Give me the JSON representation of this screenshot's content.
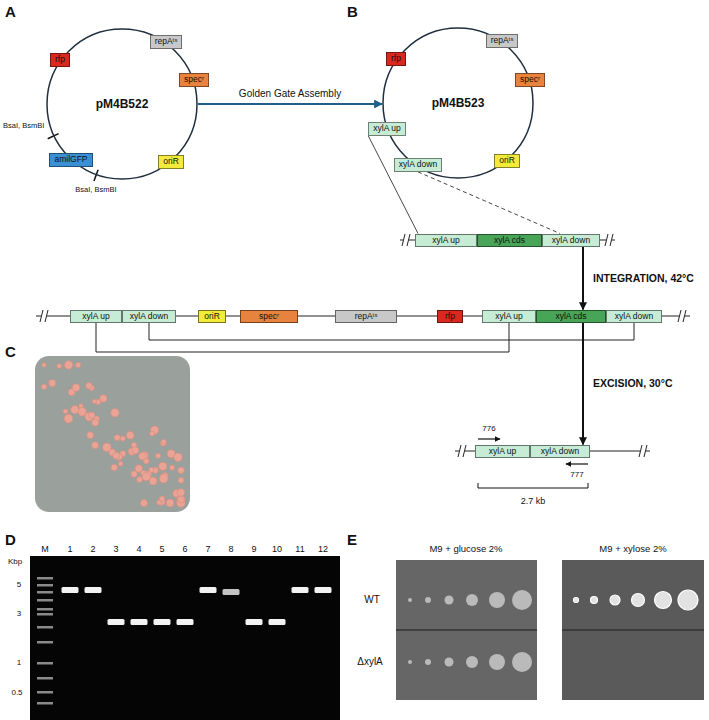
{
  "diagram": {
    "nodes": [
      {
        "text": [
          "pM4B522"
        ]
      },
      {
        "text": [
          "repAᵗˢ"
        ]
      },
      {
        "text": [
          "specʳ"
        ]
      },
      {
        "text": [
          "oriR"
        ]
      },
      {
        "text": [
          "amilGFP"
        ]
      },
      {
        "text": [
          "rfp"
        ]
      },
      {
        "text": [
          "pM4B523"
        ]
      },
      {
        "text": [
          "repAᵗˢ"
        ]
      },
      {
        "text": [
          "specʳ"
        ]
      },
      {
        "text": [
          "oriR"
        ]
      },
      {
        "text": [
          "xylA down"
        ]
      },
      {
        "text": [
          "xylA up"
        ]
      },
      {
        "text": [
          "rfp"
        ]
      },
      {
        "text": [
          "xylA up"
        ]
      },
      {
        "text": [
          "xylA cds"
        ]
      },
      {
        "text": [
          "xylA down"
        ]
      },
      {
        "text": [
          "xylA up"
        ]
      },
      {
        "text": [
          "xylA down"
        ]
      },
      {
        "text": [
          "oriR"
        ]
      },
      {
        "text": [
          "specʳ"
        ]
      },
      {
        "text": [
          "repAᵗˢ"
        ]
      },
      {
        "text": [
          "rfp"
        ]
      },
      {
        "text": [
          "xylA up"
        ]
      },
      {
        "text": [
          "xylA cds"
        ]
      },
      {
        "text": [
          "xylA down"
        ]
      },
      {
        "text": [
          "xylA up"
        ]
      },
      {
        "text": [
          "xylA down"
        ]
      }
    ],
    "edges": [
      {
        "from": 0,
        "to": 6,
        "label": "Golden Gate Assembly",
        "arrow": "to"
      },
      {
        "from": 11,
        "to": 13,
        "arrow": "none"
      },
      {
        "from": 10,
        "to": 15,
        "arrow": "none"
      },
      {
        "from": 15,
        "to": 23,
        "label": "INTEGRATION, 42°C",
        "arrow": "to"
      },
      {
        "from": 23,
        "to": 26,
        "label": "EXCISION, 30°C",
        "arrow": "to"
      }
    ],
    "labels": [
      "A",
      "B",
      "C",
      "D",
      "E",
      "BsaI, BsmBI",
      "BsaI, BsmBI",
      "776",
      "777",
      "2.7 kb",
      "Kbp",
      "5",
      "3",
      "1",
      "0.5",
      "M",
      "1",
      "2",
      "3",
      "4",
      "5",
      "6",
      "7",
      "8",
      "9",
      "10",
      "11",
      "12",
      "M9 + glucose 2%",
      "M9 + xylose 2%",
      "WT",
      "ΔxylA"
    ]
  }
}
